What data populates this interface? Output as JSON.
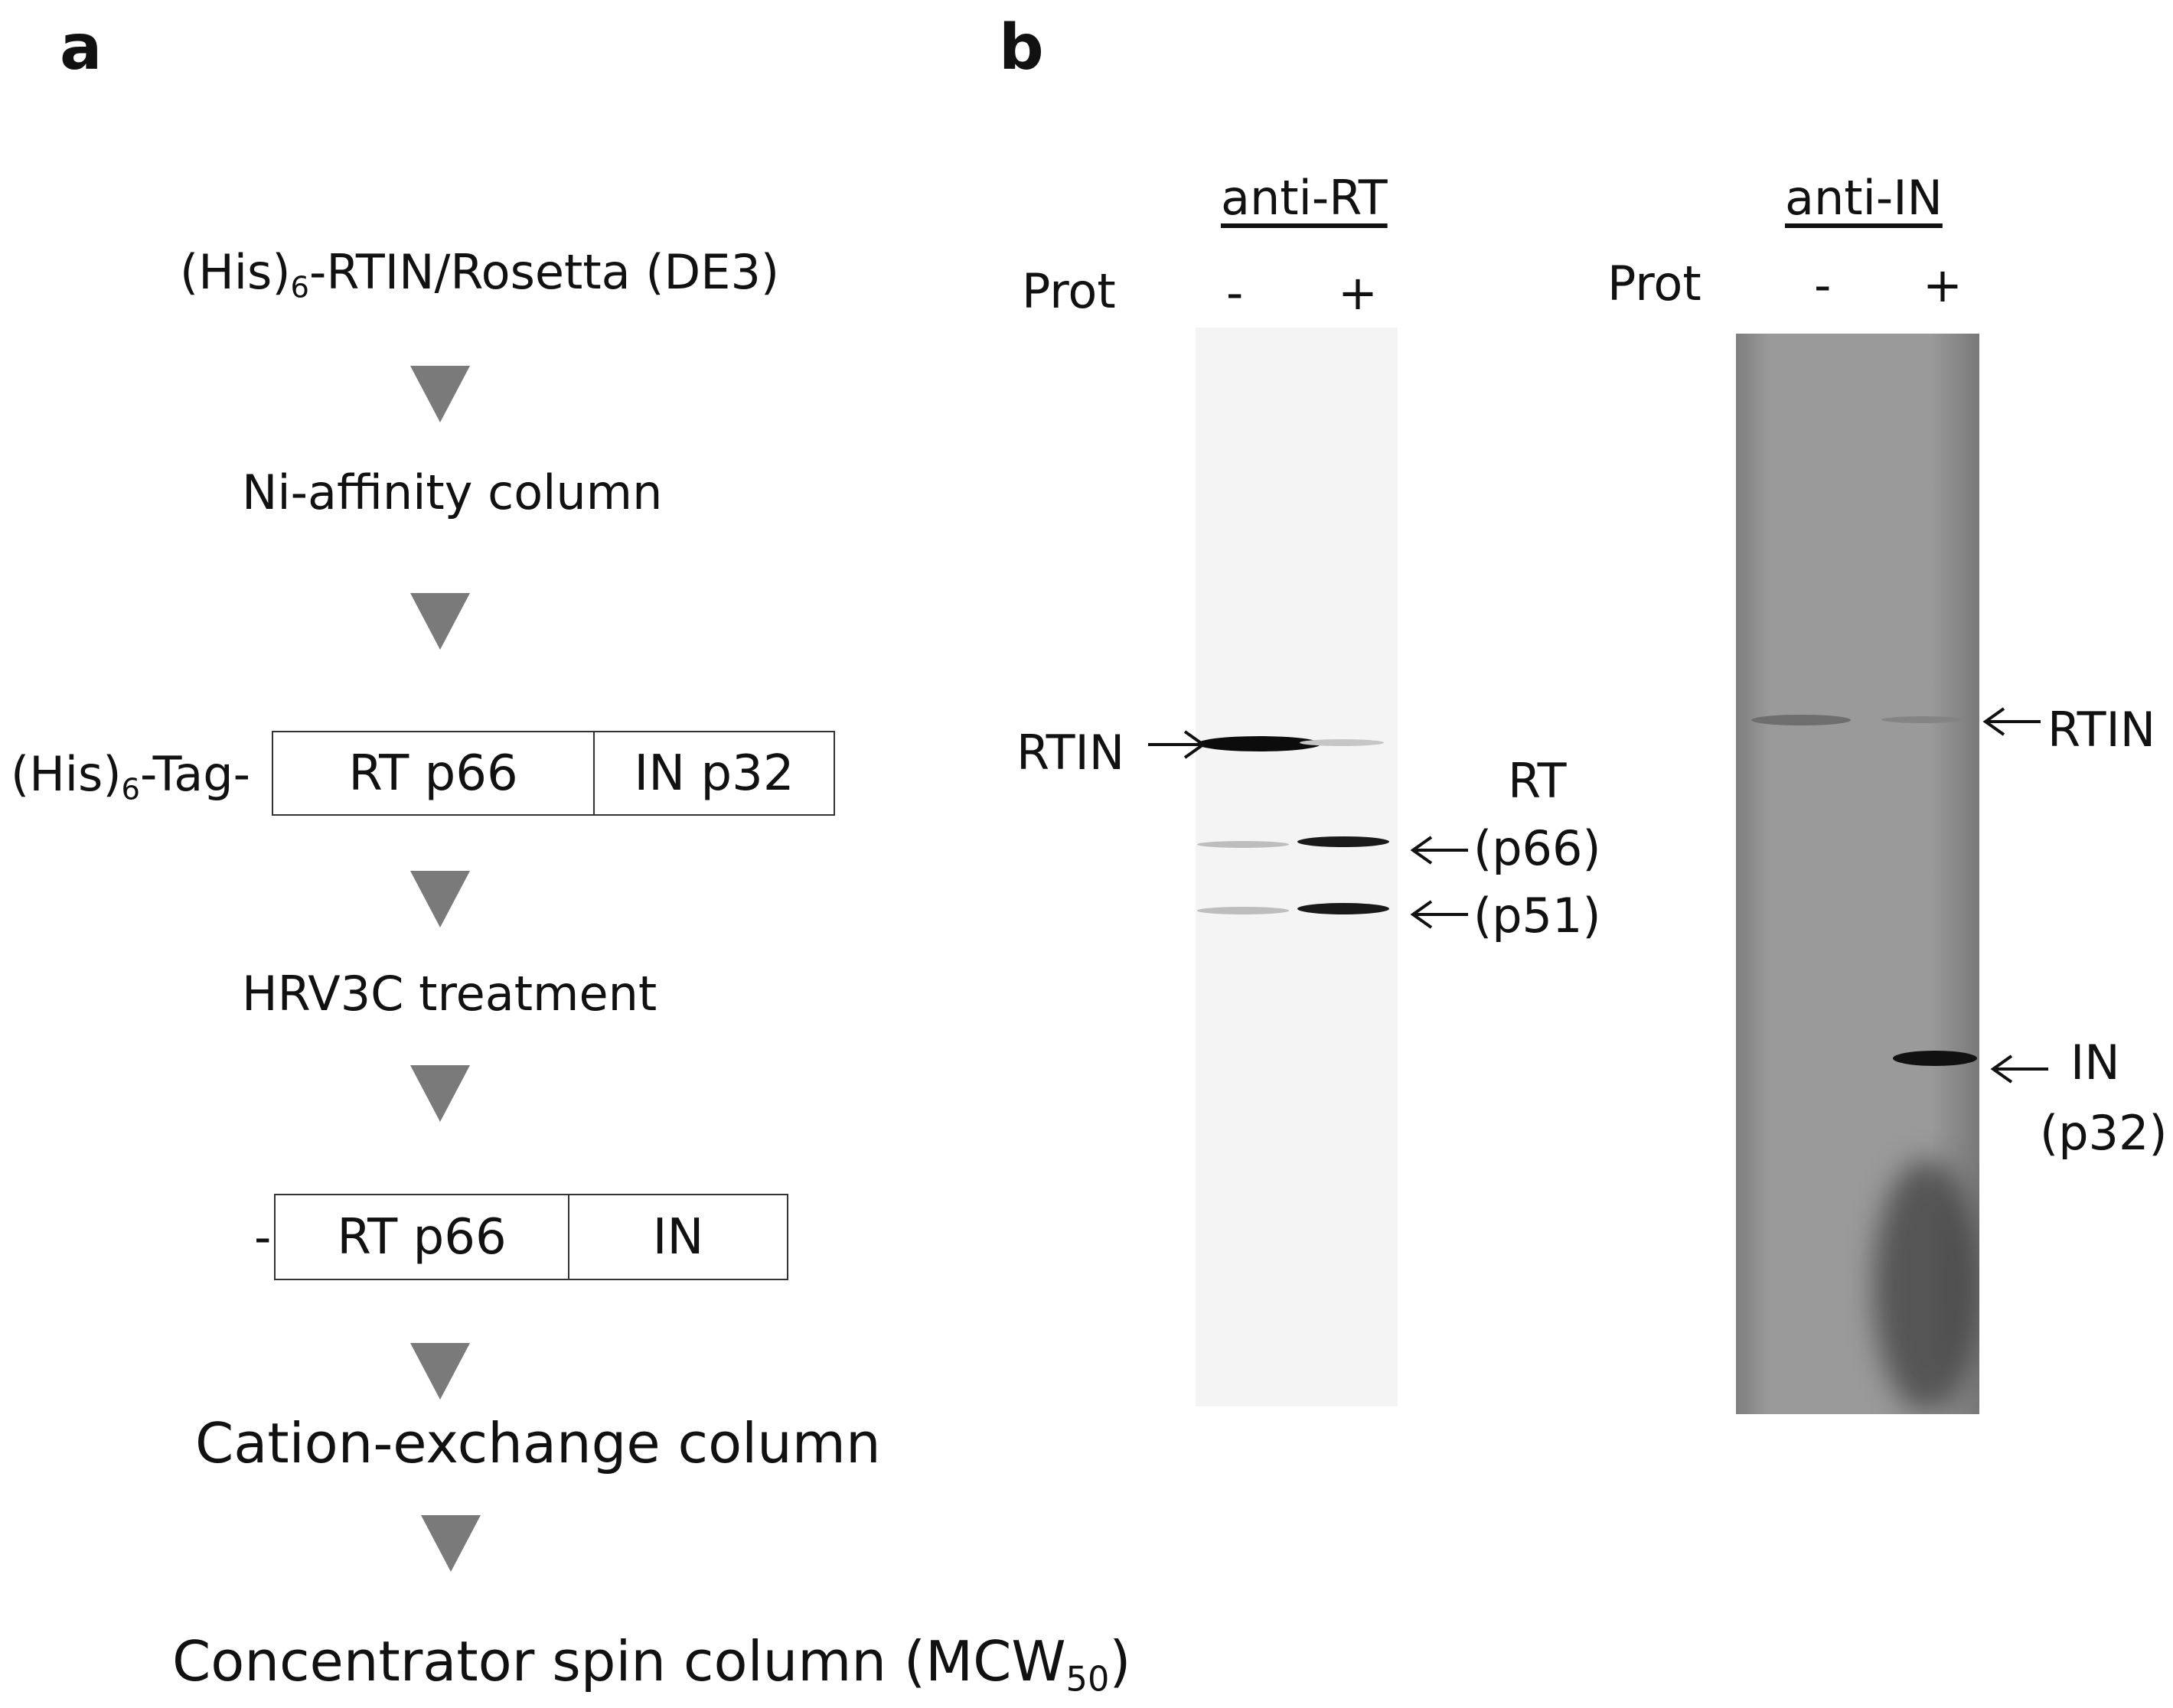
{
  "panel_a": {
    "label": "a",
    "steps": [
      {
        "pre": "(His)",
        "sub": "6",
        "post": "-RTIN/Rosetta (DE3)"
      },
      {
        "text": "Ni-affinity column"
      },
      {
        "text": "HRV3C treatment"
      },
      {
        "text": "Cation-exchange column"
      },
      {
        "pre": "Concentrator spin column (MCW",
        "sub": "50",
        "post": ")"
      }
    ],
    "construct1": {
      "tag_pre": "(His)",
      "tag_sub": "6",
      "tag_post": "-Tag-",
      "box1": "RT p66",
      "box2": "IN p32"
    },
    "construct2": {
      "prefix": "-",
      "box1": "RT p66",
      "box2": "IN"
    }
  },
  "panel_b": {
    "label": "b",
    "blot_rt": {
      "antibody": "anti-RT",
      "prot_label": "Prot",
      "lanes": [
        "-",
        "+"
      ],
      "left_marker": "RTIN",
      "right_markers": {
        "group": "RT",
        "p66": "(p66)",
        "p51": "(p51)"
      }
    },
    "blot_in": {
      "antibody": "anti-IN",
      "prot_label": "Prot",
      "lanes": [
        "-",
        "+"
      ],
      "marker_rtin": "RTIN",
      "marker_in": "IN",
      "marker_p32": "(p32)"
    }
  }
}
